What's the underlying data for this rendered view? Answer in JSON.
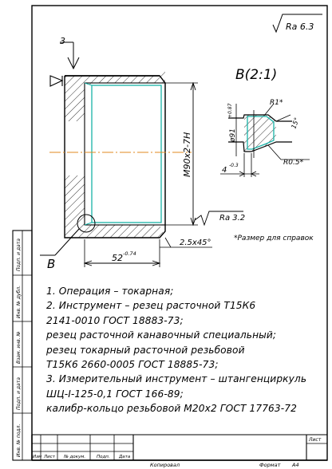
{
  "roughness_corner": "Ra 6.3",
  "detail_view": "B(2:1)",
  "section_label": "B",
  "dims": {
    "surface_number": "3",
    "thread": "M90x2-7H",
    "chamfer": "2.5x45°",
    "length": "52",
    "length_tol": "-0.74",
    "roughness_bore": "Ra 3.2",
    "ref_note": "*Размер для справок",
    "groove_diameter": "ø91",
    "groove_diameter_tol": "+0.87",
    "groove_width": "4",
    "groove_width_tol": "-0.3",
    "radius_top": "R1*",
    "radius_bottom": "R0.5*",
    "angle": "15°"
  },
  "notes": [
    "1. Операция – токарная;",
    "2. Инструмент – резец расточной Т15К6",
    "2141-0010 ГОСТ 18883-73;",
    "резец расточной канавочный специальный;",
    "резец токарный расточной резьбовой",
    "Т15К6 2660-0005 ГОСТ 18885-73;",
    "3. Измерительный инструмент – штангенциркуль",
    "ШЦ-I-125-0,1 ГОСТ 166-89;",
    "калибр-кольцо резьбовой М20х2 ГОСТ 17763-72"
  ],
  "side_stamp": [
    "Подп. и дата",
    "Инв. № дубл.",
    "Взам. инв. №",
    "Подп. и дата",
    "Инв. № подл."
  ],
  "title_block": {
    "cols": [
      "Изм",
      "Лист",
      "№ докум.",
      "Подп.",
      "Дата"
    ],
    "sheet_label": "Лист",
    "copied": "Копировал",
    "format": "Формат",
    "format_value": "А4"
  }
}
